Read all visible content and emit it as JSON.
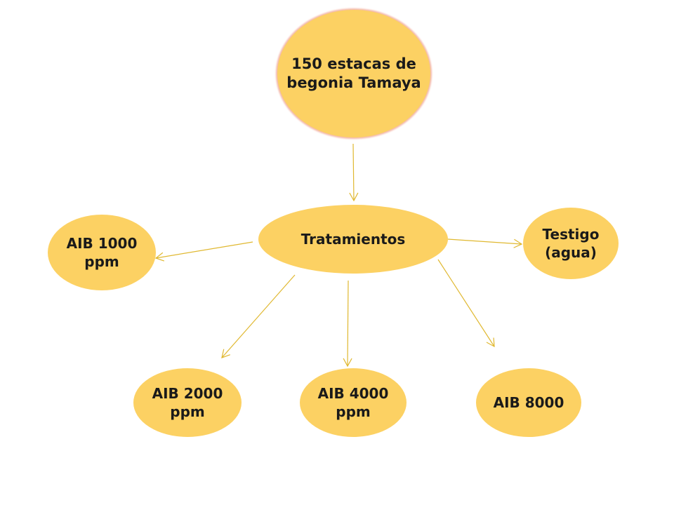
{
  "diagram": {
    "root": {
      "label": "150 estacas de\nbegonia Tamaya"
    },
    "center": {
      "label": "Tratamientos"
    },
    "treatments": {
      "aib_1000": {
        "label": "AIB 1000\nppm"
      },
      "testigo": {
        "label": "Testigo\n(agua)"
      },
      "aib_2000": {
        "label": "AIB 2000\nppm"
      },
      "aib_4000": {
        "label": "AIB 4000\nppm"
      },
      "aib_8000": {
        "label": "AIB 8000"
      }
    }
  },
  "colors": {
    "node_fill": "#fcd163",
    "root_outline": "#f4b8a8",
    "arrow": "#e0b830",
    "text": "#1a1a1a"
  }
}
